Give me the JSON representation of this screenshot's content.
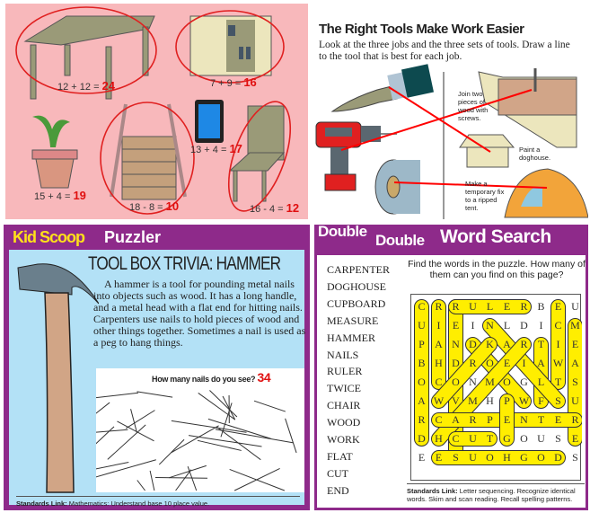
{
  "math_panel": {
    "equations": [
      {
        "expr": "12 + 12 =",
        "answer": "24"
      },
      {
        "expr": "7 + 9 =",
        "answer": "16"
      },
      {
        "expr": "13 + 4 =",
        "answer": "17"
      },
      {
        "expr": "15 + 4 =",
        "answer": "19"
      },
      {
        "expr": "18 - 8 =",
        "answer": "10"
      },
      {
        "expr": "16 - 4 =",
        "answer": "12"
      }
    ]
  },
  "tools_panel": {
    "title": "The Right Tools Make Work Easier",
    "instructions": "Look at the three jobs and the three sets of tools. Draw a line to the tool that is best for each job.",
    "jobs": [
      "Join two pieces of wood with screws.",
      "Paint a doghouse.",
      "Make a temporary fix to a ripped tent."
    ]
  },
  "trivia": {
    "logo": "Kid Scoop",
    "header": "Puzzler",
    "title": "TOOL BOX TRIVIA: HAMMER",
    "body": "A hammer is a tool for pounding metal nails into objects such as wood. It has a long handle, and a metal head with a flat end for hitting nails. Carpenters use nails to hold pieces of wood and other things together. Sometimes a nail is used as a peg to hang things.",
    "question": "How many nails do you see?",
    "answer": "34",
    "standards_label": "Standards Link:",
    "standards": "Mathematics: Understand base 10 place value."
  },
  "word_search": {
    "title_1": "Double",
    "title_2": "Double",
    "title_3": "Word Search",
    "instructions": "Find the words in the puzzle. How many of them can you find on this page?",
    "words": [
      "CARPENTER",
      "DOGHOUSE",
      "CUPBOARD",
      "MEASURE",
      "HAMMER",
      "NAILS",
      "RULER",
      "TWICE",
      "CHAIR",
      "WOOD",
      "WORK",
      "FLAT",
      "CUT",
      "END"
    ],
    "grid": [
      "CRRULERBEU",
      "UIEINLDICM",
      "PANDKARTIE",
      "BHDROEIAWA",
      "OCONMOGLTS",
      "AWVMHPWFSU",
      "RCARPENTER",
      "DHCUTGOUSE",
      "EESUOHGODS"
    ],
    "found": [
      [
        0,
        0,
        7,
        0
      ],
      [
        0,
        1,
        4,
        1
      ],
      [
        0,
        2,
        8,
        2
      ],
      [
        0,
        2,
        0,
        6
      ],
      [
        0,
        8,
        4,
        8
      ],
      [
        1,
        9,
        7,
        9
      ],
      [
        2,
        7,
        5,
        7
      ],
      [
        1,
        4,
        5,
        8
      ],
      [
        2,
        3,
        5,
        6
      ],
      [
        2,
        4,
        5,
        1
      ],
      [
        2,
        6,
        7,
        1
      ],
      [
        6,
        1,
        6,
        9
      ],
      [
        5,
        5,
        7,
        5
      ],
      [
        7,
        2,
        7,
        4
      ],
      [
        8,
        1,
        8,
        8
      ]
    ],
    "standards_label": "Standards Link:",
    "standards": "Letter sequencing. Recognize identical words. Skim and scan reading. Recall spelling patterns."
  },
  "colors": {
    "highlight": "#ffee00",
    "answer": "#e01010",
    "purple": "#8e2a8a"
  }
}
